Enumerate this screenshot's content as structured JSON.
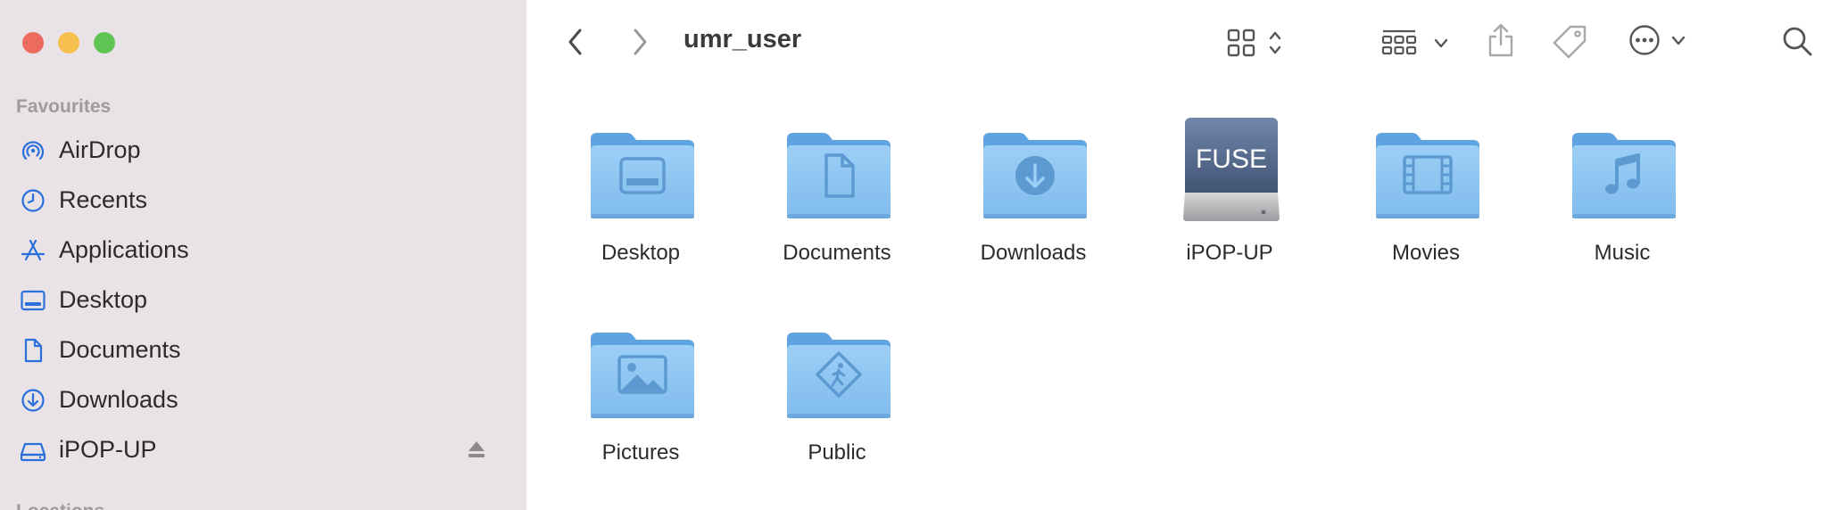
{
  "window": {
    "title": "umr_user"
  },
  "sidebar": {
    "favourites_title": "Favourites",
    "locations_title": "Locations",
    "items": [
      {
        "label": "AirDrop",
        "icon": "airdrop-icon"
      },
      {
        "label": "Recents",
        "icon": "clock-icon"
      },
      {
        "label": "Applications",
        "icon": "applications-icon"
      },
      {
        "label": "Desktop",
        "icon": "desktop-icon"
      },
      {
        "label": "Documents",
        "icon": "document-icon"
      },
      {
        "label": "Downloads",
        "icon": "download-icon"
      },
      {
        "label": "iPOP-UP",
        "icon": "drive-icon"
      }
    ]
  },
  "files": [
    {
      "label": "Desktop",
      "icon": "folder-desktop-icon"
    },
    {
      "label": "Documents",
      "icon": "folder-documents-icon"
    },
    {
      "label": "Downloads",
      "icon": "folder-downloads-icon"
    },
    {
      "label": "iPOP-UP",
      "icon": "fuse-drive-icon",
      "drive_text": "FUSE"
    },
    {
      "label": "Movies",
      "icon": "folder-movies-icon"
    },
    {
      "label": "Music",
      "icon": "folder-music-icon"
    },
    {
      "label": "Pictures",
      "icon": "folder-pictures-icon"
    },
    {
      "label": "Public",
      "icon": "folder-public-icon"
    }
  ],
  "colors": {
    "sidebar_bg": "#e9e3e7",
    "accent": "#2a6fdb",
    "folder_light": "#8fc5f2",
    "folder_dark": "#64a7e3"
  }
}
